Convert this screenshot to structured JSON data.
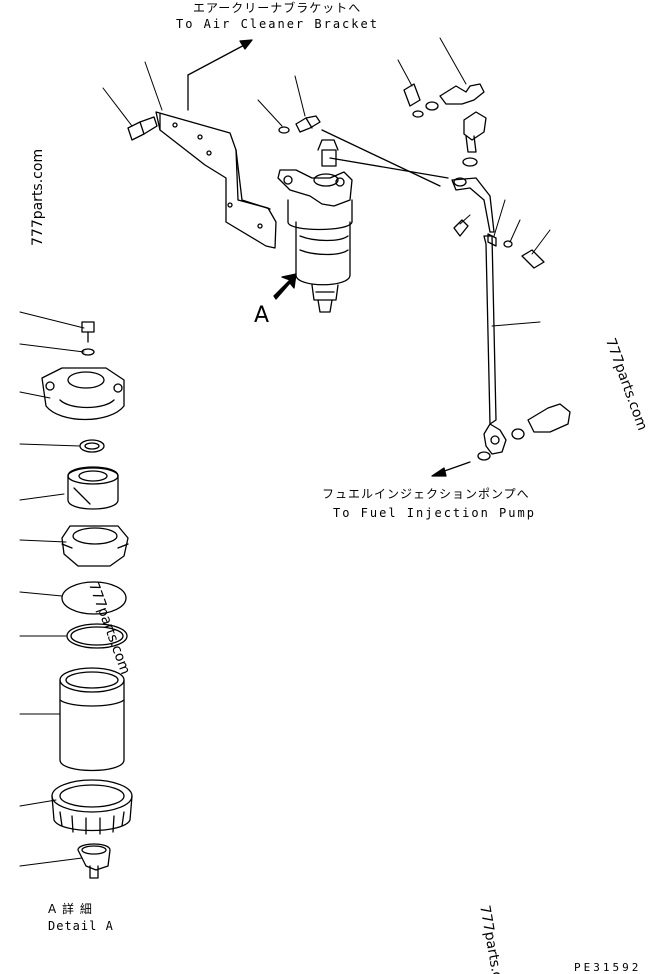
{
  "labels": {
    "air_cleaner_jp": "エアークリーナブラケットへ",
    "air_cleaner_en": "To Air Cleaner Bracket",
    "fuel_pump_jp": "フュエルインジェクションポンプへ",
    "fuel_pump_en": "To Fuel Injection Pump",
    "view_marker": "A",
    "detail_jp": "A 詳 細",
    "detail_en": "Detail A",
    "drawing_code": "PE31592"
  },
  "watermarks": [
    "777parts.com",
    "777parts.com",
    "777parts.com",
    "777parts.com"
  ],
  "colors": {
    "line": "#000000",
    "background": "#ffffff"
  }
}
